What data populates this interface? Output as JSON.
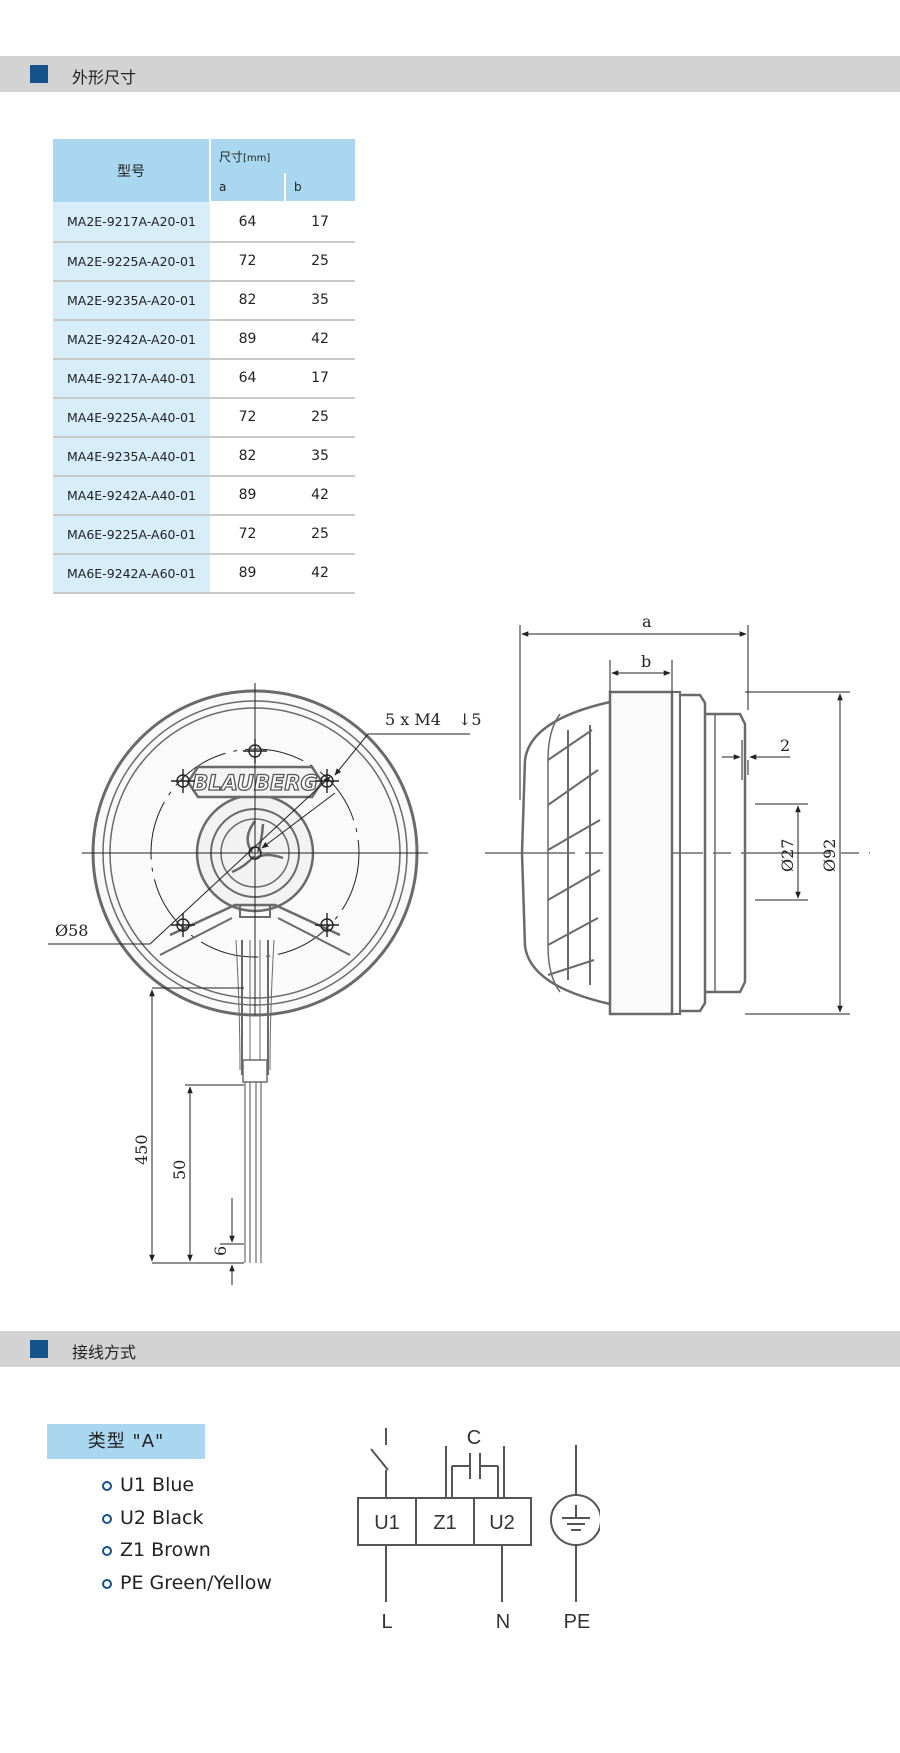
{
  "section1": {
    "title": "外形尺寸"
  },
  "table": {
    "header_model": "型号",
    "header_size": "尺寸",
    "header_unit": "[mm]",
    "col_a": "a",
    "col_b": "b",
    "rows": [
      {
        "model": "MA2E-9217A-A20-01",
        "a": "64",
        "b": "17"
      },
      {
        "model": "MA2E-9225A-A20-01",
        "a": "72",
        "b": "25"
      },
      {
        "model": "MA2E-9235A-A20-01",
        "a": "82",
        "b": "35"
      },
      {
        "model": "MA2E-9242A-A20-01",
        "a": "89",
        "b": "42"
      },
      {
        "model": "MA4E-9217A-A40-01",
        "a": "64",
        "b": "17"
      },
      {
        "model": "MA4E-9225A-A40-01",
        "a": "72",
        "b": "25"
      },
      {
        "model": "MA4E-9235A-A40-01",
        "a": "82",
        "b": "35"
      },
      {
        "model": "MA4E-9242A-A40-01",
        "a": "89",
        "b": "42"
      },
      {
        "model": "MA6E-9225A-A60-01",
        "a": "72",
        "b": "25"
      },
      {
        "model": "MA6E-9242A-A60-01",
        "a": "89",
        "b": "42"
      }
    ]
  },
  "drawing": {
    "thread": "5 x M4",
    "thread_depth": "↓5",
    "dia58": "Ø58",
    "logo": "BLAUBERG",
    "len450": "450",
    "len50": "50",
    "len6": "6",
    "dim_a": "a",
    "dim_b": "b",
    "dim_2": "2",
    "dia27": "Ø27",
    "dia92": "Ø92"
  },
  "section2": {
    "title": "接线方式"
  },
  "wiring": {
    "type_label": "类型 \"A\"",
    "legend": [
      "U1 Blue",
      "U2 Black",
      "Z1 Brown",
      "PE Green/Yellow"
    ],
    "terminals": [
      "U1",
      "Z1",
      "U2"
    ],
    "cap": "C",
    "bottom": [
      "L",
      "N",
      "PE"
    ]
  },
  "colors": {
    "bar": "#d3d3d3",
    "accent": "#14528c",
    "table_header": "#a8d7ef",
    "table_cell": "#d7eefa"
  }
}
